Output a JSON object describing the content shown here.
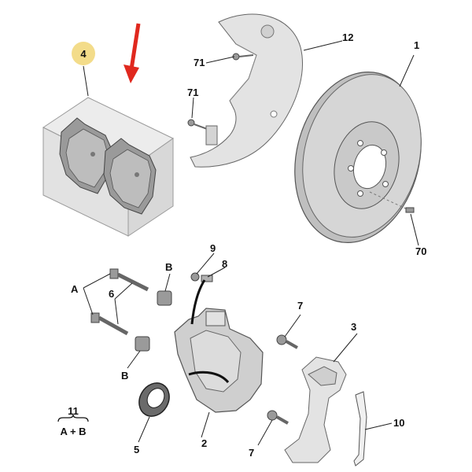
{
  "callouts": {
    "c1": "1",
    "c2": "2",
    "c3": "3",
    "c4": "4",
    "c5": "5",
    "c6": "6",
    "c7a": "7",
    "c7b": "7",
    "c8": "8",
    "c9": "9",
    "c10": "10",
    "c11": "11",
    "c11_sub": "A + B",
    "c12": "12",
    "c70": "70",
    "c71a": "71",
    "c71b": "71",
    "cA": "A",
    "cBa": "B",
    "cBb": "B"
  },
  "colors": {
    "highlight_circle": "#f3dc8a",
    "arrow": "#e0281e",
    "metal": "#cfcfcf"
  },
  "icons": {
    "pointer": "down-arrow-icon"
  }
}
